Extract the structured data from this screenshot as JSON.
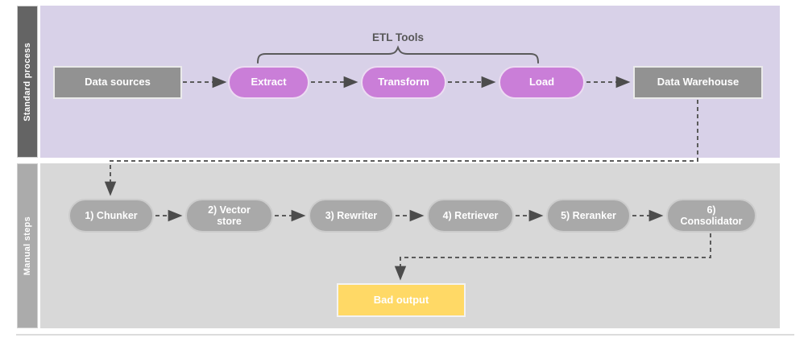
{
  "lanes": [
    {
      "label": "Standard process"
    },
    {
      "label": "Manual steps"
    }
  ],
  "annotation": {
    "etl_tools_label": "ETL Tools"
  },
  "nodes": {
    "data_sources": {
      "label": "Data sources"
    },
    "extract": {
      "label": "Extract"
    },
    "transform": {
      "label": "Transform"
    },
    "load": {
      "label": "Load"
    },
    "data_warehouse": {
      "label": "Data Warehouse"
    },
    "chunker": {
      "label": "1) Chunker"
    },
    "vector_store": {
      "label": [
        "2) Vector",
        "store"
      ]
    },
    "rewriter": {
      "label": "3) Rewriter"
    },
    "retriever": {
      "label": "4) Retriever"
    },
    "reranker": {
      "label": "5) Reranker"
    },
    "consolidator": {
      "label": [
        "6)",
        "Consolidator"
      ]
    },
    "bad_output": {
      "label": "Bad output"
    }
  },
  "colors": {
    "standard_lane_bg": "#d8d1e8",
    "standard_lane_label_bg": "#646464",
    "manual_lane_bg": "#d8d8d8",
    "manual_lane_label_bg": "#ababab",
    "process_box": "#929292",
    "etl_pill": "#ca7ed8",
    "manual_pill": "#a9a9a9",
    "bad_output_box": "#ffd966",
    "connector": "#5b5b5b",
    "annotation_text": "#575757"
  }
}
